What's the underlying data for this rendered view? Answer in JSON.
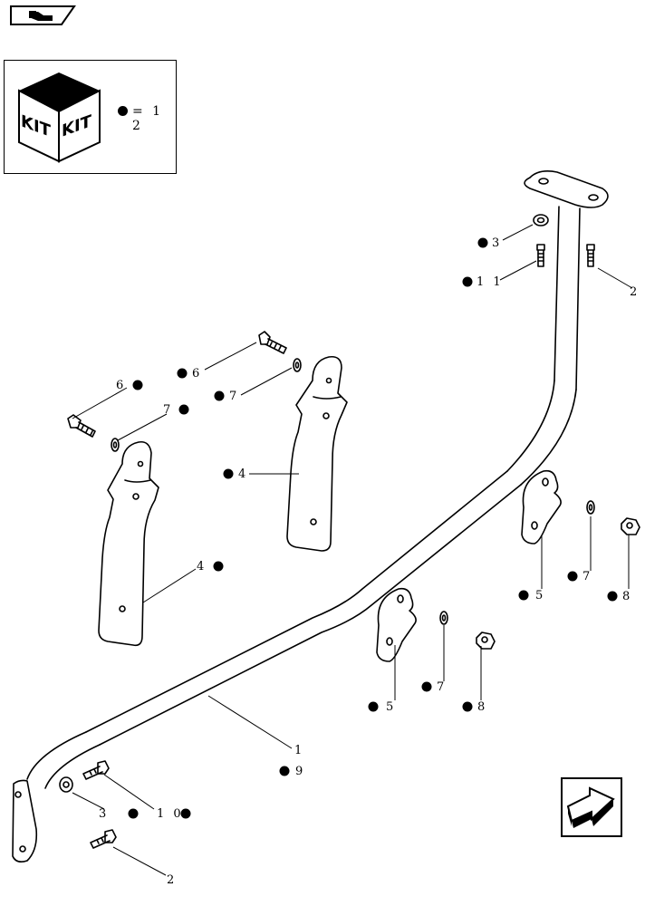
{
  "kit": {
    "label_left": "KIT",
    "label_right": "KIT",
    "key_text": "= 1 2"
  },
  "callouts": [
    {
      "id": "c-3-top",
      "text": "3"
    },
    {
      "id": "c-11",
      "text": "1 1"
    },
    {
      "id": "c-2-top",
      "text": "2"
    },
    {
      "id": "c-6-a",
      "text": "6"
    },
    {
      "id": "c-6-b",
      "text": "6"
    },
    {
      "id": "c-7-a",
      "text": "7"
    },
    {
      "id": "c-7-b",
      "text": "7"
    },
    {
      "id": "c-4-a",
      "text": "4"
    },
    {
      "id": "c-4-b",
      "text": "4"
    },
    {
      "id": "c-7-c",
      "text": "7"
    },
    {
      "id": "c-8-a",
      "text": "8"
    },
    {
      "id": "c-5-a",
      "text": "5"
    },
    {
      "id": "c-7-d",
      "text": "7"
    },
    {
      "id": "c-8-b",
      "text": "8"
    },
    {
      "id": "c-5-b",
      "text": "5"
    },
    {
      "id": "c-1",
      "text": "1"
    },
    {
      "id": "c-9",
      "text": "9"
    },
    {
      "id": "c-3-bot",
      "text": "3"
    },
    {
      "id": "c-10",
      "text": "1 0"
    },
    {
      "id": "c-2-bot",
      "text": "2"
    }
  ],
  "icons": {
    "top_nav": "book-hand-icon",
    "next_page": "arrow-next-icon",
    "kit": "kit-box-icon",
    "bullet": "kit-bullet-icon"
  }
}
